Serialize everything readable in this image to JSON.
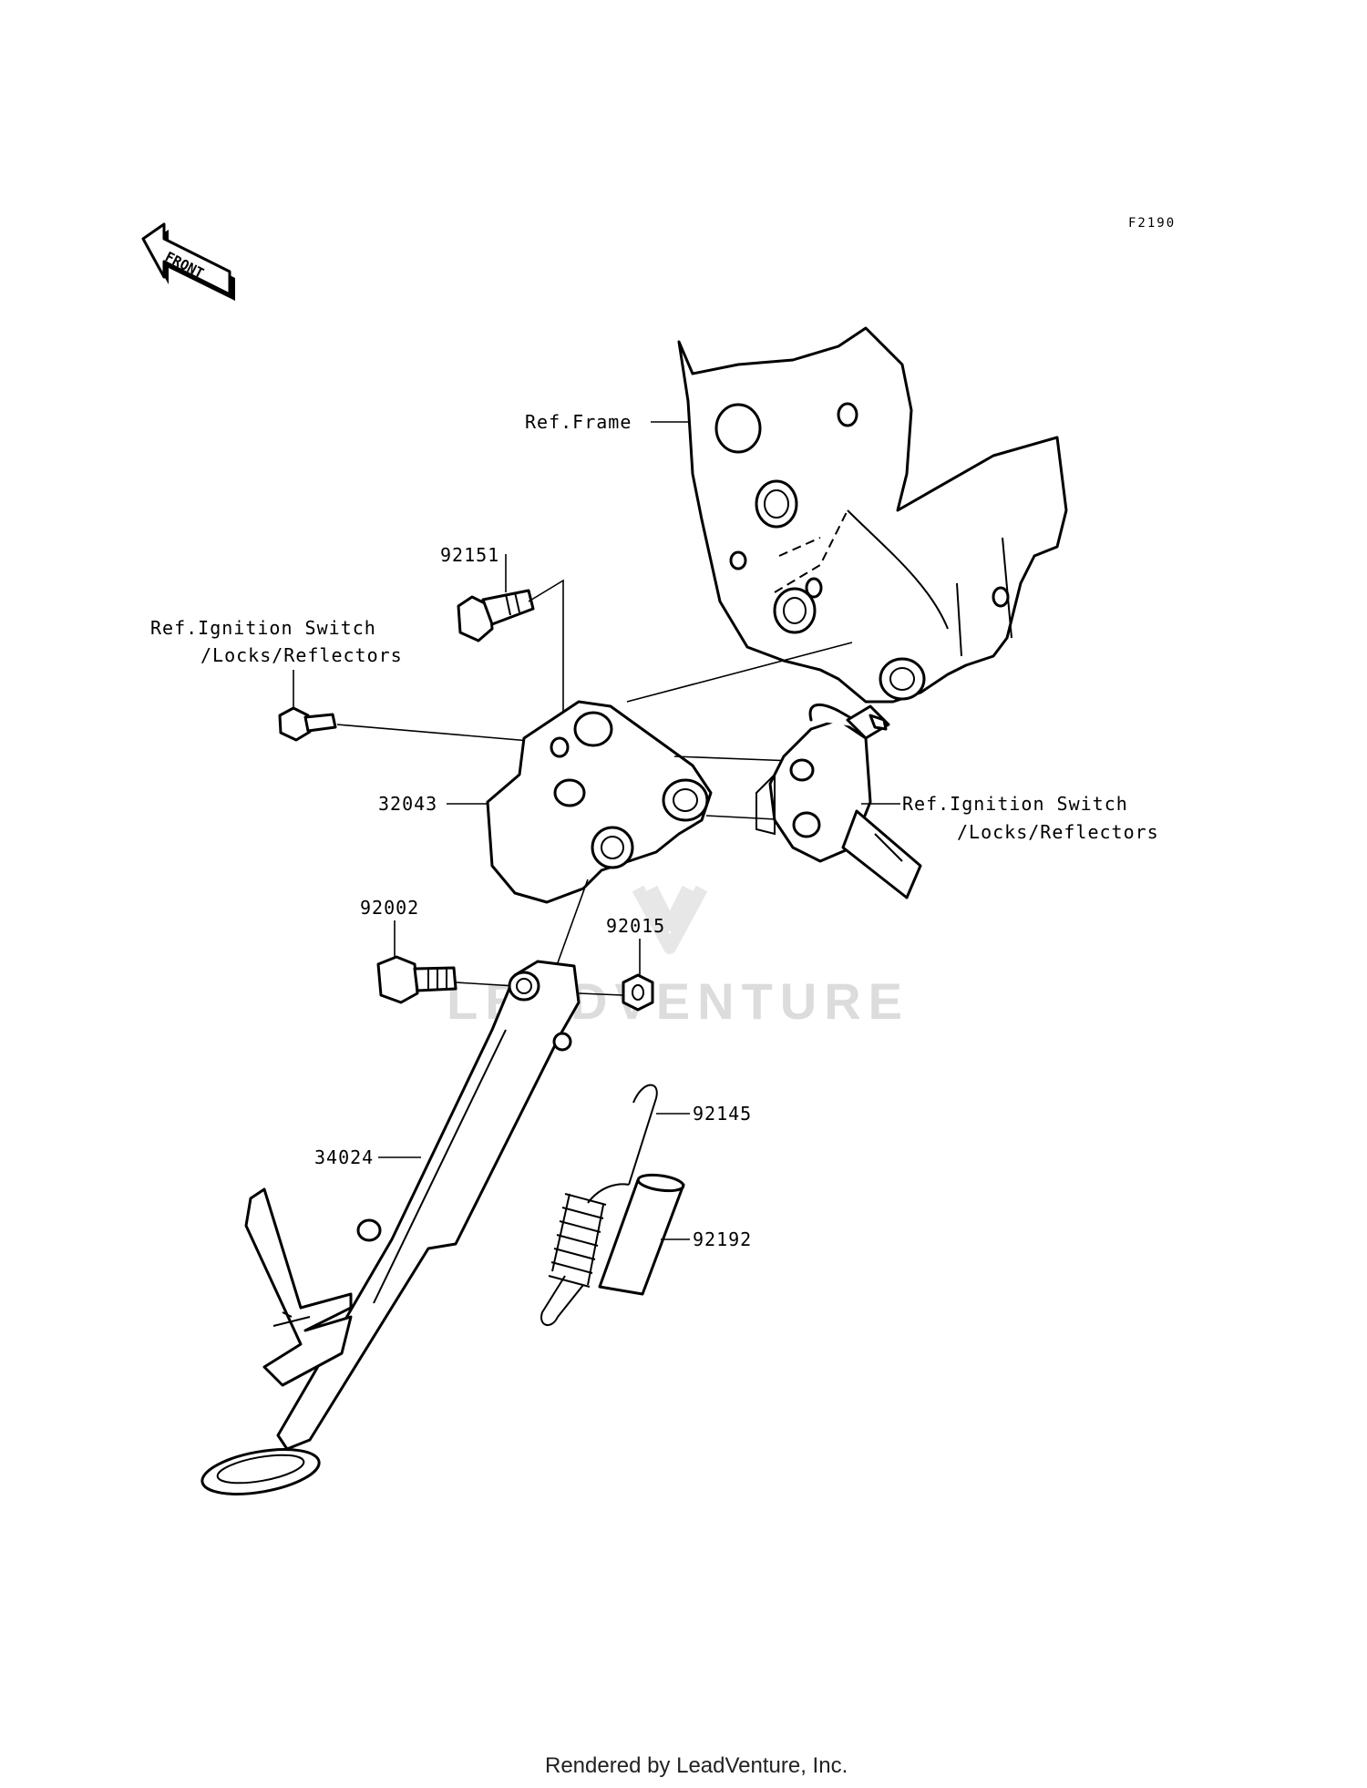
{
  "drawing_code": "F2190",
  "front_arrow": {
    "label": "FRONT",
    "icon": "front-arrow-icon"
  },
  "watermark": {
    "text": "LEADVENTURE",
    "icon": "leadventure-logo-icon",
    "color": "#dcdcdc"
  },
  "callouts": {
    "ref_frame": "Ref.Frame",
    "part_92151": "92151",
    "ref_ignition_left_line1": "Ref.Ignition Switch",
    "ref_ignition_left_line2": "/Locks/Reflectors",
    "part_32043": "32043",
    "ref_ignition_right_line1": "Ref.Ignition Switch",
    "ref_ignition_right_line2": "/Locks/Reflectors",
    "part_92002": "92002",
    "part_92015": "92015",
    "part_92145": "92145",
    "part_34024": "34024",
    "part_92192": "92192"
  },
  "footer": {
    "text": "Rendered by LeadVenture, Inc."
  }
}
